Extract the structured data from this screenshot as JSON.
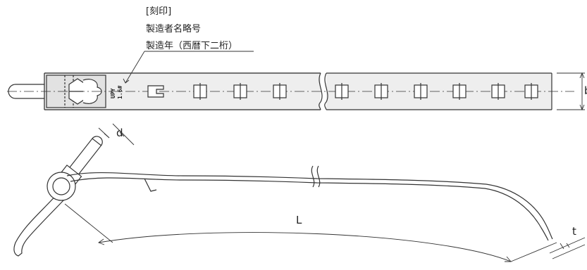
{
  "marking_notes": {
    "title": "[刻印]",
    "line1": "製造者名略号",
    "line2": "製造年（西暦下二桁）"
  },
  "stamp": {
    "maker": "UPY",
    "year": "1.6#"
  },
  "dimensions": {
    "b": "b",
    "d": "d",
    "L": "L",
    "t": "t"
  },
  "colors": {
    "line": "#333333",
    "band_fill": "#eeeeee",
    "hole_fill": "#ffffff"
  }
}
